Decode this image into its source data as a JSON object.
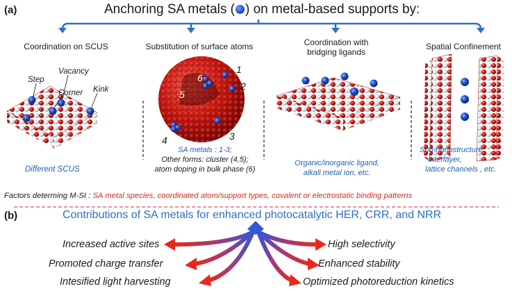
{
  "panel_a": {
    "label": "(a)",
    "title_before": "Anchoring SA metals (",
    "title_after": ") on metal-based supports by:",
    "columns": [
      {
        "heading": "Coordination on SCUS",
        "caption": "Different SCUS"
      },
      {
        "heading": "Substitution of surface atoms"
      },
      {
        "heading_line1": "Coordination with",
        "heading_line2": "bridging ligands",
        "caption_line1": "Organic/inorganic ligand,",
        "caption_line2": "alkali metal ion, etc."
      },
      {
        "heading": "Spatial Confinement",
        "caption_line1": "Sub-nanostructure:",
        "caption_line2": "Interlayer,",
        "caption_line3": "lattice channels , etc."
      }
    ],
    "scus_labels": {
      "step": "Step",
      "vacancy": "Vacancy",
      "corner": "Corner",
      "kink": "Kink"
    },
    "sphere_numbers": [
      "1",
      "2",
      "3",
      "4",
      "5",
      "6"
    ],
    "substitution_caption": {
      "line1": "SA metals : 1-3;",
      "line2": "Other forms: cluster (4,5);",
      "line3": "atom doping in bulk phase (6)"
    },
    "factors": {
      "prefix": "Factors determing M-SI : ",
      "text": "SA metal species, coordinated atom/support types, covalent or electrostatic binding patterns"
    }
  },
  "panel_b": {
    "label": "(b)",
    "title": "Contributions of SA metals for enhanced photocatalytic HER, CRR, and NRR",
    "left_items": [
      "Increased active sites",
      "Promoted charge transfer",
      "Intesified light harvesting"
    ],
    "right_items": [
      "High selectivity",
      "Enhanced stability",
      "Optimized photoreduction kinetics"
    ]
  },
  "colors": {
    "blue_accent": "#2f6fc4",
    "red_accent": "#d62a1c",
    "atom_red": "#d42020",
    "atom_white": "#e8e8e8",
    "sa_blue": "#1f4fd0"
  }
}
